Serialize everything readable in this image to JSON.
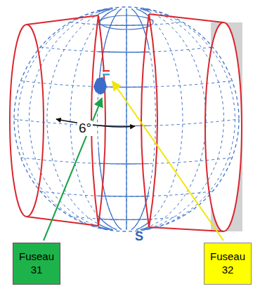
{
  "diagram": {
    "nodes": [
      {
        "text": [
          "Fuseau 31"
        ]
      },
      {
        "text": [
          "Fuseau 32"
        ]
      }
    ],
    "labels": [
      "6°",
      "S"
    ]
  }
}
